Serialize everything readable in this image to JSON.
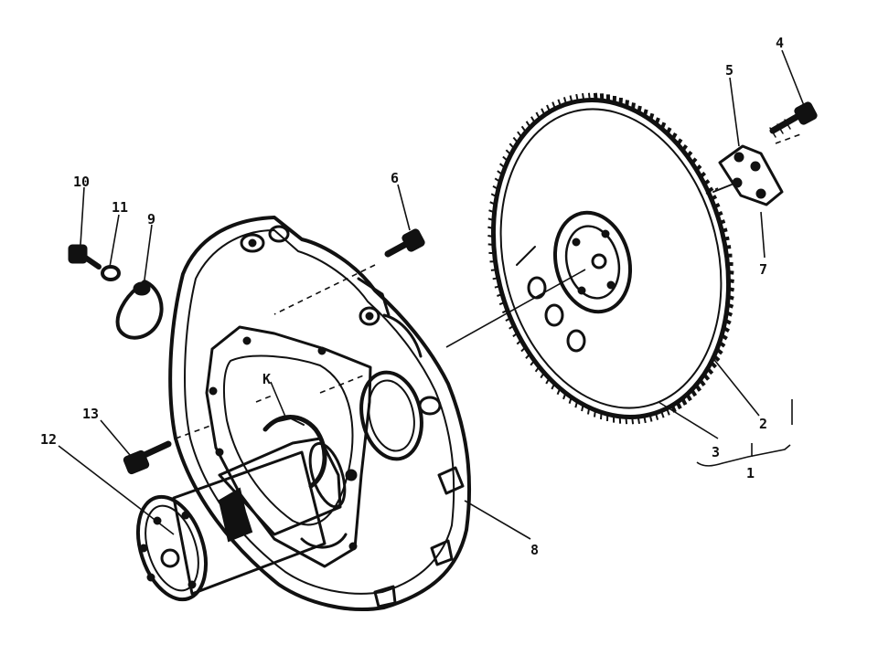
{
  "figure": {
    "callouts": [
      {
        "id": "1",
        "text": "1"
      },
      {
        "id": "2",
        "text": "2"
      },
      {
        "id": "3",
        "text": "3"
      },
      {
        "id": "4",
        "text": "4"
      },
      {
        "id": "5",
        "text": "5"
      },
      {
        "id": "6",
        "text": "6"
      },
      {
        "id": "7",
        "text": "7"
      },
      {
        "id": "8",
        "text": "8"
      },
      {
        "id": "9",
        "text": "9"
      },
      {
        "id": "10",
        "text": "10"
      },
      {
        "id": "11",
        "text": "11"
      },
      {
        "id": "12",
        "text": "12"
      },
      {
        "id": "13",
        "text": "13"
      },
      {
        "id": "K",
        "text": "K"
      }
    ],
    "ink_color": "#111111",
    "background_color": "#ffffff"
  }
}
